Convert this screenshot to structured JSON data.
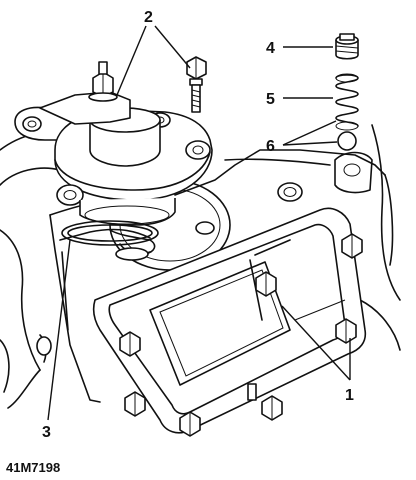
{
  "callouts": {
    "c1": "1",
    "c2": "2",
    "c3": "3",
    "c4": "4",
    "c5": "5",
    "c6": "6"
  },
  "figure_code": "41M7198",
  "colors": {
    "ink": "#111111",
    "paper": "#ffffff"
  }
}
